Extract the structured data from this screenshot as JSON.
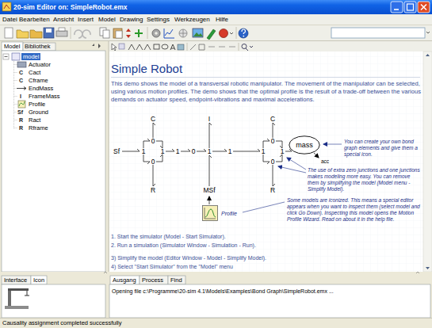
{
  "diagram": {
    "title": "Simple Robot",
    "nodes": [
      {
        "text": [
          "mass"
        ]
      },
      {
        "text": [
          "Profile"
        ]
      }
    ],
    "labels": [
      "20-sim Editor on: SimpleRobot.emx",
      "Datei",
      "Bearbeiten",
      "Ansicht",
      "Insert",
      "Model",
      "Drawing",
      "Settings",
      "Werkzeugen",
      "Hilfe",
      "Model",
      "Bibliothek",
      "model",
      "Actuator",
      "C",
      "Cact",
      "C",
      "Cframe",
      "EndMass",
      "I",
      "FrameMass",
      "Profile",
      "Sf",
      "Ground",
      "R",
      "Ract",
      "R",
      "Rframe",
      "This demo shows the model of a transversal robotic manipulator. The movement of the manipulator can be selected, using various motion profiles. The demo shows that the optimal profile is the result of a trade-off between the various demands on actuator speed, endpoint-vibrations and maximal accelerations.",
      "C",
      "I",
      "C",
      "Sf",
      "0",
      "1",
      "1",
      "0",
      "1",
      "0",
      "1",
      "1",
      "0",
      "1",
      "1",
      "0",
      "R",
      "MSf",
      "R",
      "acc",
      "You can create your own bond graph elements and give them a special icon.",
      "The use of extra zero junctions and one junctions makes modeling more easy. You can remove them by simplifying the model (Model menu - Simplify Model).",
      "Some models are iconized. This means a special editor appears when you want to inspect them (select model and click Go Down). Inspecting this model opens the Motion Profile Wizard. Read on about it in the help file.",
      "1. Start the simulator (Model - Start Simulator).",
      "2. Run a simulation (Simulator Window - Simulation - Run).",
      "3) Simplify the model (Editor Window - Model - Simplify Model).",
      "4) Select \"Start Simulator\" from the \"Model\" menu",
      "Interface",
      "Icon",
      "Ausgang",
      "Process",
      "Find",
      "Opening file c:\\Programme\\20-sim 4.1\\Models\\Examples\\Bond Graph\\SimpleRobot.emx ...",
      "Causality assignment completed successfully"
    ]
  }
}
